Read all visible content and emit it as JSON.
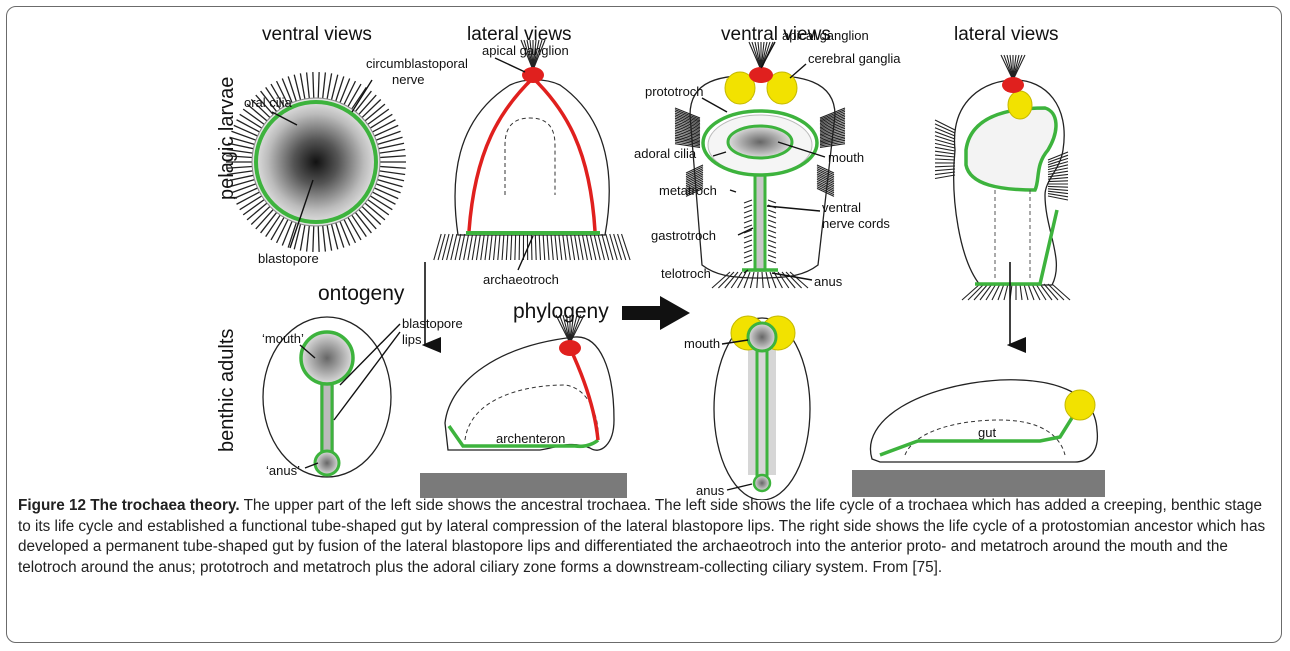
{
  "headers": {
    "left_ventral": "ventral views",
    "left_lateral": "lateral views",
    "right_ventral": "ventral views",
    "right_lateral": "lateral views"
  },
  "row_labels": {
    "top": "pelagic larvae",
    "bottom": "benthic adults"
  },
  "arrows": {
    "ontogeny": "ontogeny",
    "phylogeny": "phylogeny"
  },
  "labels": {
    "oral_cilia": "oral cilia",
    "circumblastoporal_1": "circumblastoporal",
    "circumblastoporal_2": "nerve",
    "blastopore": "blastopore",
    "apical_ganglion_left": "apical ganglion",
    "archaeotroch": "archaeotroch",
    "mouth_quoted": "‘mouth’",
    "anus_quoted": "‘anus’",
    "blastopore_lips_1": "blastopore",
    "blastopore_lips_2": "lips",
    "archenteron": "archenteron",
    "apical_ganglion_right": "apical ganglion",
    "prototroch": "prototroch",
    "cerebral_ganglia": "cerebral ganglia",
    "adoral_cilia": "adoral cilia",
    "mouth_upper": "mouth",
    "metatroch": "metatroch",
    "ventral_nerve_cords_1": "ventral",
    "ventral_nerve_cords_2": "nerve cords",
    "gastrotroch": "gastrotroch",
    "telotroch": "telotroch",
    "anus_upper": "anus",
    "mouth_lower": "mouth",
    "anus_lower": "anus",
    "gut": "gut"
  },
  "caption": {
    "title": "Figure 12 The trochaea theory.",
    "body": " The upper part of the left side shows the ancestral trochaea. The left side shows the life cycle of a trochaea which has added a creeping, benthic stage to its life cycle and established a functional tube-shaped gut by lateral compression of the lateral blastopore lips. The right side shows the life cycle of a protostomian ancestor which has developed a permanent tube-shaped gut by fusion of the lateral blastopore lips and differentiated the archaeotroch into the anterior proto- and metatroch around the mouth and the telotroch around the anus; prototroch and metatroch plus the adoral ciliary zone forms a downstream-collecting ciliary system. From [75]."
  },
  "colors": {
    "nerve_green": "#3db33d",
    "apical_red": "#e0201e",
    "ganglia_yellow": "#f2e200",
    "substrate_gray": "#7a7a7a",
    "frame_gray": "#6b6b6b"
  }
}
